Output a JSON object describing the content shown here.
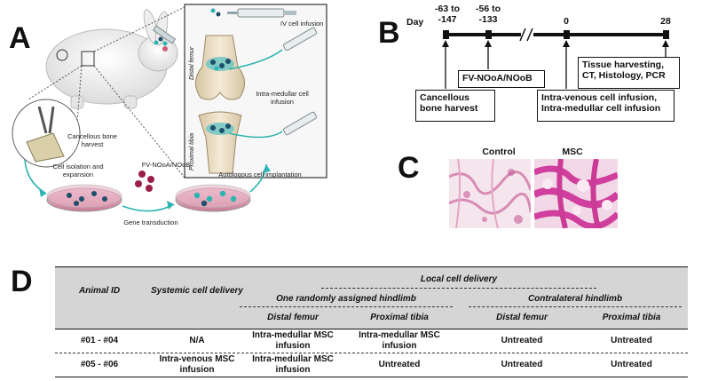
{
  "panels": {
    "a": "A",
    "b": "B",
    "c": "C",
    "d": "D"
  },
  "panel_a": {
    "iv_infusion": "IV cell infusion",
    "distal_femur": "Distal femur",
    "proximal_tibia": "Proximal tibia",
    "intra_medullar": "Intra-medullar cell infusion",
    "cancellous_harvest": "Cancellous bone harvest",
    "cell_isolation": "Cell isolation and expansion",
    "fv_label": "FV-NOoA/NOoB",
    "gene_transduction": "Gene transduction",
    "autologous": "Autologous cell implantation",
    "colors": {
      "teal": "#2bb5b0",
      "cell": "#1e4f6b",
      "dish": "#d98fa8",
      "bone": "#e9dcc2"
    }
  },
  "panel_b": {
    "day_label": "Day",
    "ticks": [
      {
        "label": "-63 to -147"
      },
      {
        "label": "-56 to -133"
      },
      {
        "label": "0"
      },
      {
        "label": "28"
      }
    ],
    "box_harvest": "Cancellous bone harvest",
    "box_fv": "FV-NOoA/NOoB",
    "box_infusion": "Intra-venous cell infusion, Intra-medullar cell infusion",
    "box_tissue": "Tissue harvesting, CT, Histology, PCR"
  },
  "panel_c": {
    "control": "Control",
    "msc": "MSC",
    "colors": {
      "pink": "#d64aa6",
      "pale": "#f4e8ee"
    }
  },
  "panel_d": {
    "animal_id": "Animal ID",
    "systemic": "Systemic cell delivery",
    "local": "Local cell delivery",
    "assigned": "One randomly assigned hindlimb",
    "contralateral": "Contralateral hindlimb",
    "distal_femur": "Distal femur",
    "proximal_tibia": "Proximal tibia",
    "rows": [
      {
        "id": "#01 - #04",
        "systemic": "N/A",
        "a_femur": "Intra-medullar MSC infusion",
        "a_tibia": "Intra-medullar MSC infusion",
        "c_femur": "Untreated",
        "c_tibia": "Untreated"
      },
      {
        "id": "#05 - #06",
        "systemic": "Intra-venous MSC infusion",
        "a_femur": "Intra-medullar MSC infusion",
        "a_tibia": "Untreated",
        "c_femur": "Untreated",
        "c_tibia": "Untreated"
      }
    ]
  }
}
